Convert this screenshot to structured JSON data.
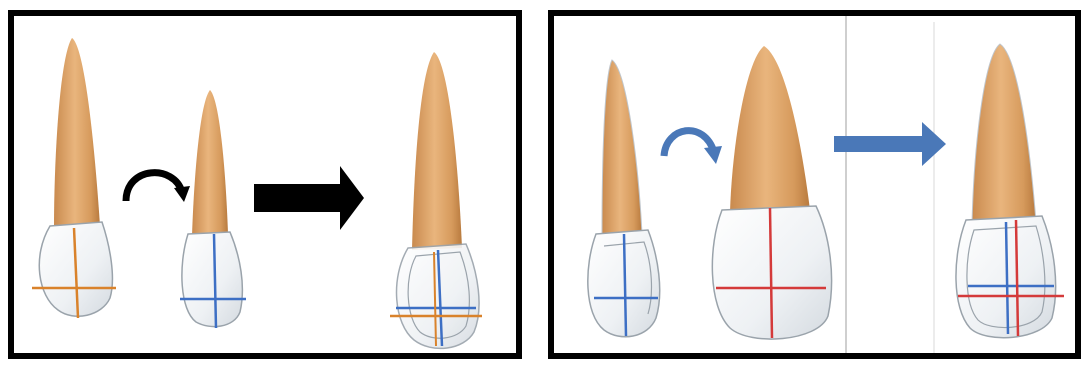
{
  "figure": {
    "panels": [
      {
        "id": "left",
        "steps": [
          "tooth-with-orange-axes",
          "curved-rotate-arrow",
          "tooth-with-blue-axes",
          "block-right-arrow",
          "superimposed-teeth"
        ],
        "colors": {
          "arrow": "#000000",
          "axis_a": "#d9822b",
          "axis_b": "#3d6fc4"
        }
      },
      {
        "id": "right",
        "steps": [
          "tooth-with-blue-axes",
          "curved-rotate-arrow",
          "tooth-with-red-axes",
          "block-right-arrow",
          "superimposed-teeth"
        ],
        "colors": {
          "arrow": "#4a78b8",
          "axis_a": "#3d6fc4",
          "axis_b": "#d43a3a"
        }
      }
    ],
    "colors": {
      "root": "#d9a16a",
      "root_shade": "#b87a3e",
      "crown": "#f4f6f8",
      "crown_outline": "#9aa3ab",
      "border": "#000000"
    }
  }
}
